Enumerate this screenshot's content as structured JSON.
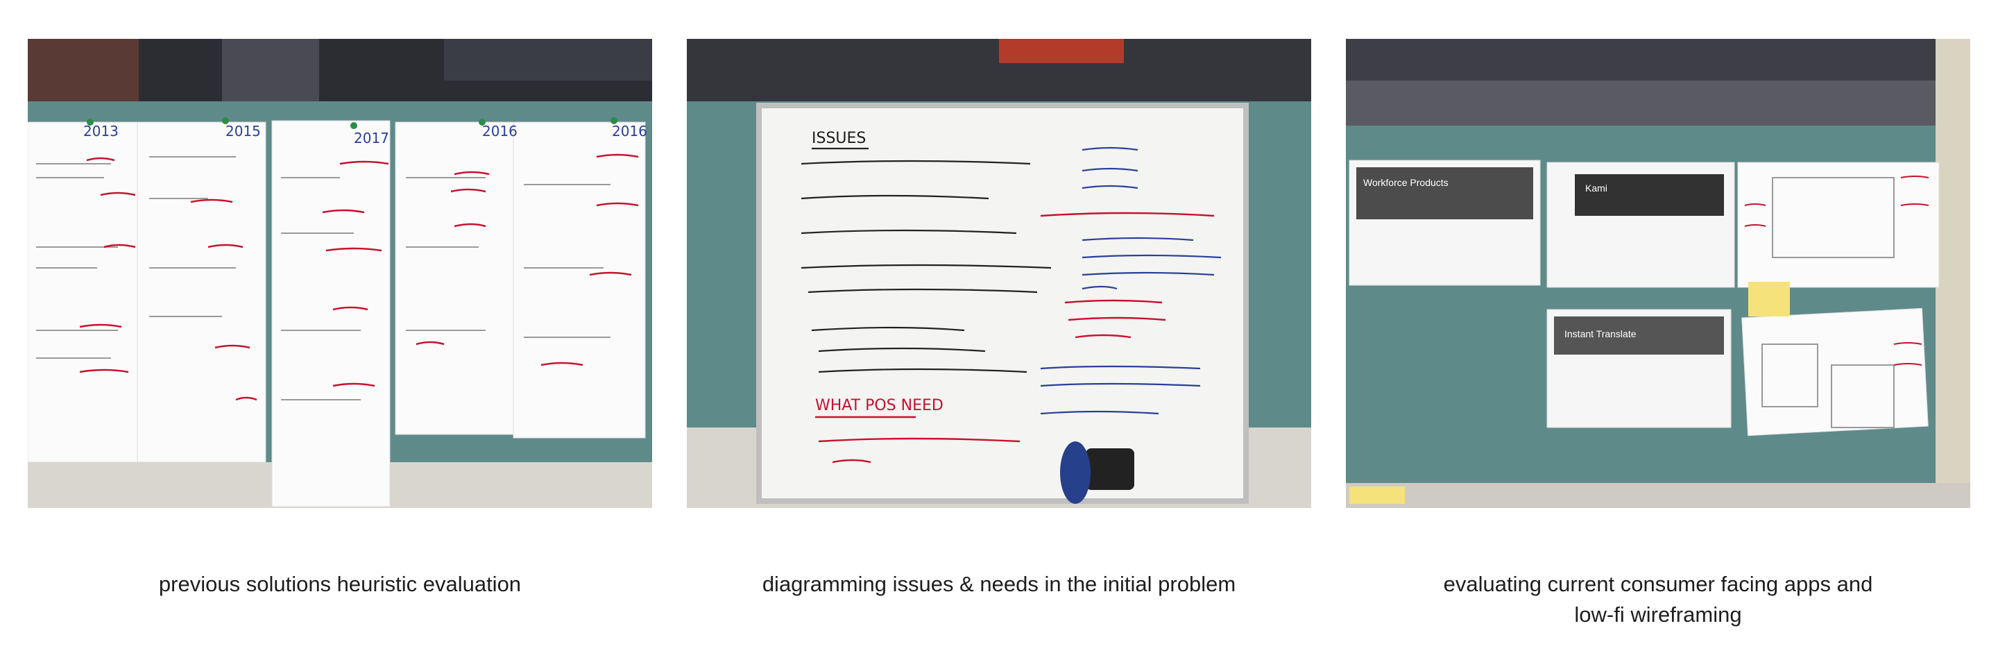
{
  "gallery": {
    "items": [
      {
        "caption": "previous solutions heuristic evaluation",
        "photo": {
          "subject": "printed screenshots taped to cubicle wall with red handwritten notes",
          "years": [
            "2013",
            "2015",
            "2017",
            "2016",
            "2016"
          ]
        }
      },
      {
        "caption": "diagramming issues & needs in the initial problem",
        "photo": {
          "subject": "whiteboard with handwritten issues and needs",
          "heading": "ISSUES",
          "needs_heading": "WHAT POS NEED"
        }
      },
      {
        "caption_line1": "evaluating current consumer facing apps and",
        "caption_line2": "low-fi wireframing",
        "photo": {
          "subject": "app screenshots and paper wireframes pinned to cubicle wall",
          "app_titles": [
            "Workforce Products",
            "Kami",
            "Instant Translate"
          ]
        }
      }
    ]
  },
  "colors": {
    "cubicle": "#5f8a8a",
    "red_ink": "#c8102e",
    "blue_ink": "#2a3f9a",
    "whiteboard": "#f4f4f2"
  }
}
